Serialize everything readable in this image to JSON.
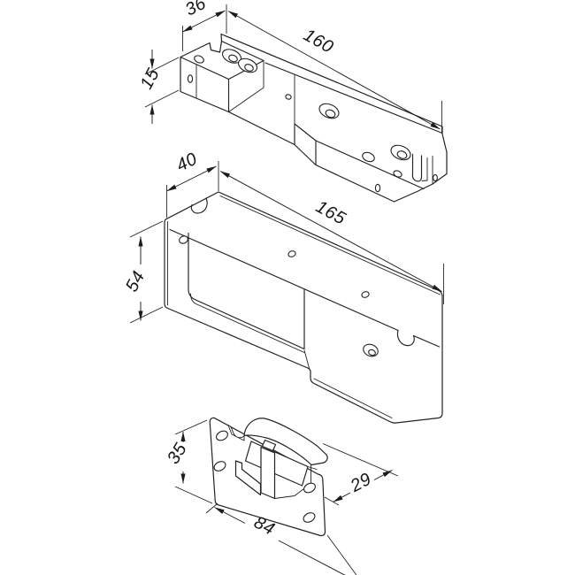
{
  "title": "hinge-hardware-technical-drawing",
  "colors": {
    "line": "#222222",
    "background": "#ffffff"
  },
  "parts": {
    "top_bracket": {
      "depth": "36",
      "length": "160",
      "thickness": "15"
    },
    "cover": {
      "depth": "40",
      "length": "165",
      "height": "54"
    },
    "keeper_plate": {
      "height": "35",
      "depth": "29",
      "width": "84"
    }
  }
}
